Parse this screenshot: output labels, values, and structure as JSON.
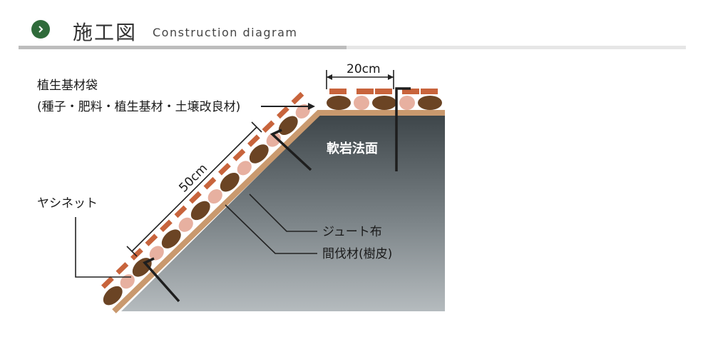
{
  "header": {
    "title_jp": "施工図",
    "title_en": "Construction diagram"
  },
  "diagram": {
    "dim_top": "20cm",
    "dim_slope": "50cm",
    "label_bag_line1": "植生基材袋",
    "label_bag_line2": "(種子・肥料・植生基材・土壌改良材)",
    "label_rock": "軟岩法面",
    "label_net": "ヤシネット",
    "label_jute": "ジュート布",
    "label_bark": "間伐材(樹皮)"
  },
  "colors": {
    "accent_green": "#2f6b3a",
    "bag_brown": "#6b4424",
    "bag_pink": "#e7b0a0",
    "net_orange": "#c8643c",
    "jute_tan": "#c9996e"
  }
}
